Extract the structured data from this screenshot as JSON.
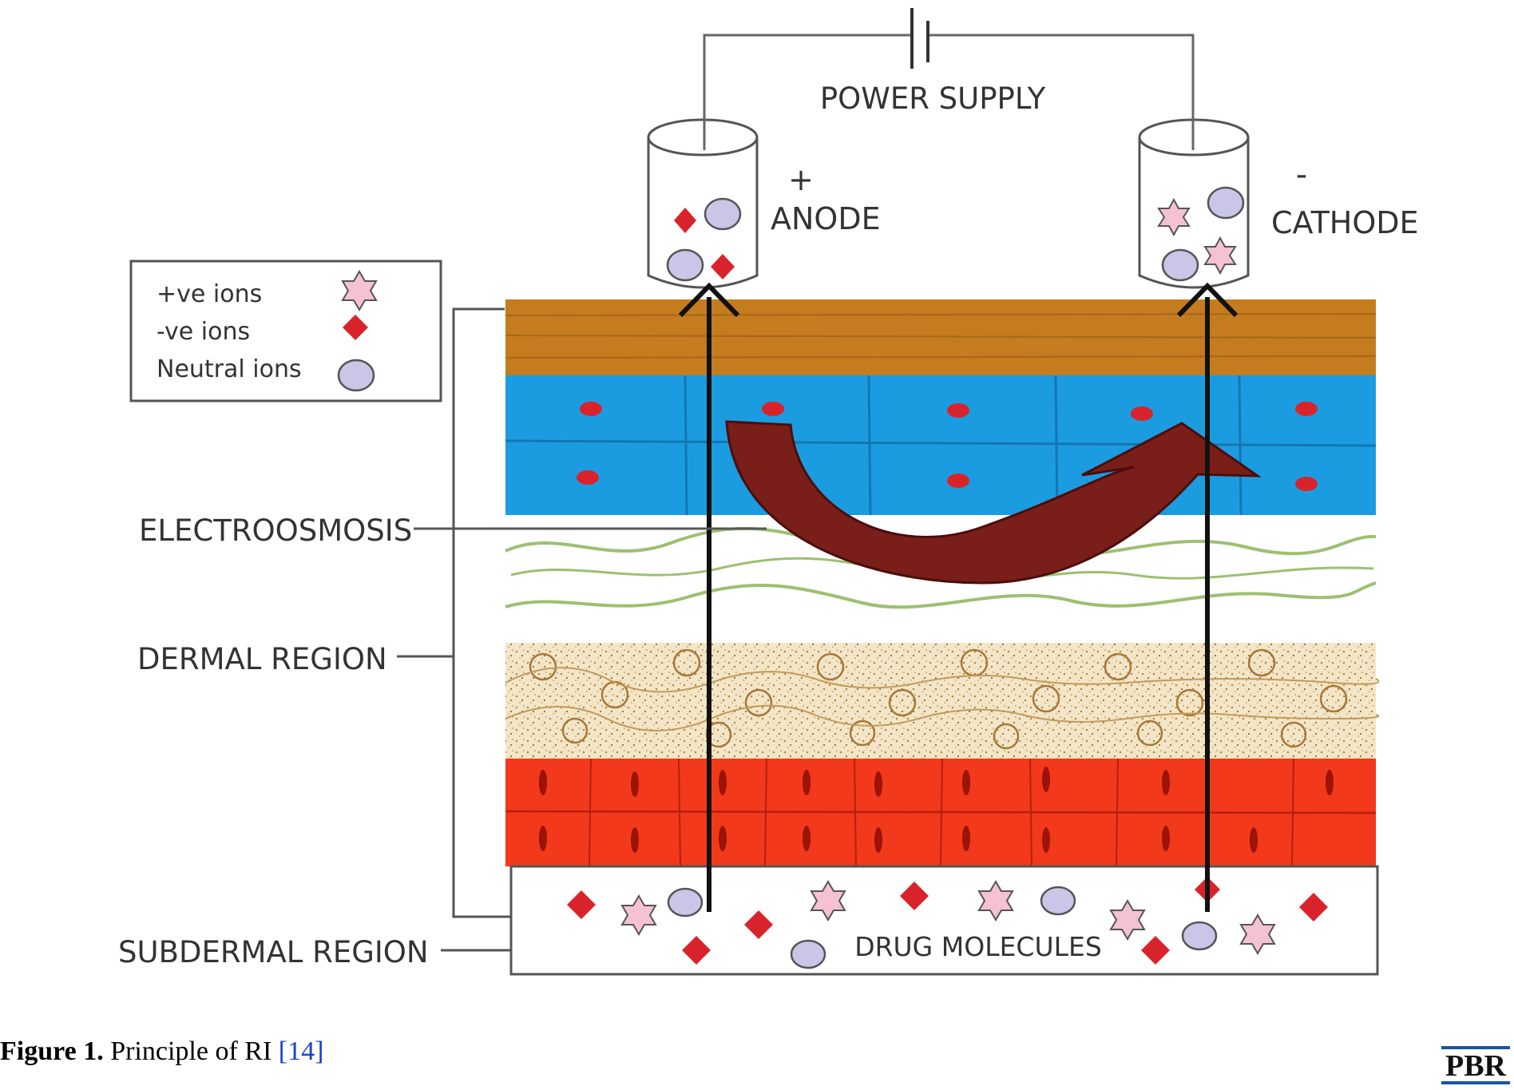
{
  "labels": {
    "power_supply": "POWER SUPPLY",
    "anode_sign": "+",
    "anode": "ANODE",
    "cathode_sign": "-",
    "cathode": "CATHODE",
    "electroosmosis": "ELECTROOSMOSIS",
    "dermal_region": "DERMAL REGION",
    "subdermal_region": "SUBDERMAL REGION",
    "drug_molecules": "DRUG MOLECULES"
  },
  "legend": {
    "positive_ions": "+ve ions",
    "negative_ions": "-ve ions",
    "neutral_ions": "Neutral ions"
  },
  "caption": {
    "figure_label": "Figure 1.",
    "text": "Principle of RI",
    "reference": "[14]"
  },
  "logo": "PBR",
  "colors": {
    "stratum_corneum": "#c47c1e",
    "epidermis_cells": "#1c9ce0",
    "muscle_layer": "#f2391b",
    "negative_ion": "#d9232b",
    "positive_ion": "#f5c2d2",
    "neutral_ion": "#c9c6e8",
    "electroosmosis_arrow": "#7a1e1a",
    "fibers": "#9cc071",
    "logo_rule": "#1b55a5"
  },
  "icons": {
    "positive_ion": "six-point-star",
    "negative_ion": "diamond",
    "neutral_ion": "ellipse"
  }
}
